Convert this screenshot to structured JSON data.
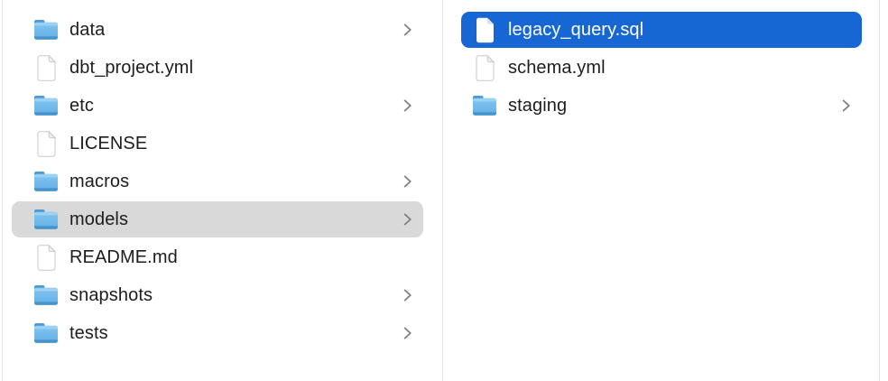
{
  "app": {
    "view": "finder-column-view"
  },
  "colors": {
    "selection_blue": "#1666d4",
    "selection_gray": "#d9d9d9",
    "divider": "#e7e7e7",
    "text": "#1d1d1f",
    "selected_text": "#ffffff",
    "chevron": "#7b7b80",
    "folder_blue_top": "#85c4ef",
    "folder_blue_bottom": "#5fb0e6"
  },
  "columns": [
    {
      "name": "parent-column",
      "items": [
        {
          "label": "data",
          "type": "folder",
          "chevron": true,
          "selected": false,
          "selection_style": null
        },
        {
          "label": "dbt_project.yml",
          "type": "file",
          "chevron": false,
          "selected": false,
          "selection_style": null
        },
        {
          "label": "etc",
          "type": "folder",
          "chevron": true,
          "selected": false,
          "selection_style": null
        },
        {
          "label": "LICENSE",
          "type": "file",
          "chevron": false,
          "selected": false,
          "selection_style": null
        },
        {
          "label": "macros",
          "type": "folder",
          "chevron": true,
          "selected": false,
          "selection_style": null
        },
        {
          "label": "models",
          "type": "folder",
          "chevron": true,
          "selected": true,
          "selection_style": "inactive-gray"
        },
        {
          "label": "README.md",
          "type": "file",
          "chevron": false,
          "selected": false,
          "selection_style": null
        },
        {
          "label": "snapshots",
          "type": "folder",
          "chevron": true,
          "selected": false,
          "selection_style": null
        },
        {
          "label": "tests",
          "type": "folder",
          "chevron": true,
          "selected": false,
          "selection_style": null
        }
      ]
    },
    {
      "name": "child-column",
      "items": [
        {
          "label": "legacy_query.sql",
          "type": "file",
          "chevron": false,
          "selected": true,
          "selection_style": "active-blue"
        },
        {
          "label": "schema.yml",
          "type": "file",
          "chevron": false,
          "selected": false,
          "selection_style": null
        },
        {
          "label": "staging",
          "type": "folder",
          "chevron": true,
          "selected": false,
          "selection_style": null
        }
      ]
    }
  ]
}
